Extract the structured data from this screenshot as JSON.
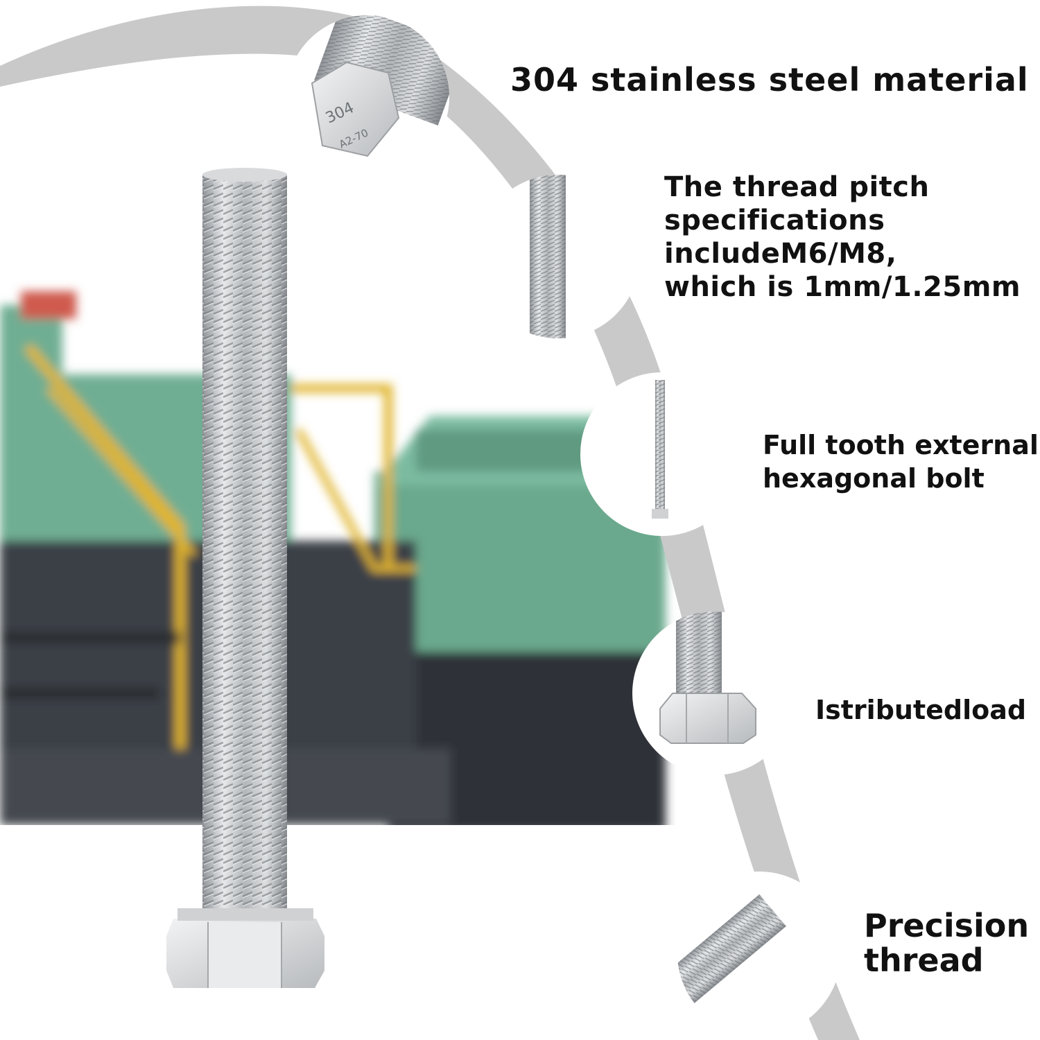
{
  "features": {
    "material": {
      "label": "304 stainless steel material"
    },
    "pitch": {
      "lines": [
        "The thread pitch",
        "specifications",
        "includeM6/M8,",
        "which is 1mm/1.25mm"
      ]
    },
    "full_tooth": {
      "lines": [
        "Full tooth external",
        "hexagonal bolt"
      ]
    },
    "load": {
      "label": "Istributedload"
    },
    "precision": {
      "lines": [
        "Precision",
        "thread"
      ]
    }
  },
  "bolt_head_marking": {
    "line1": "304",
    "line2": "A2-70"
  },
  "colors": {
    "arc_band": "#c9c9c9",
    "machine_green": "#6fae93",
    "machine_dark": "#2f3338",
    "railing_yellow": "#e0b42a",
    "steel": "#b9bcbf"
  }
}
